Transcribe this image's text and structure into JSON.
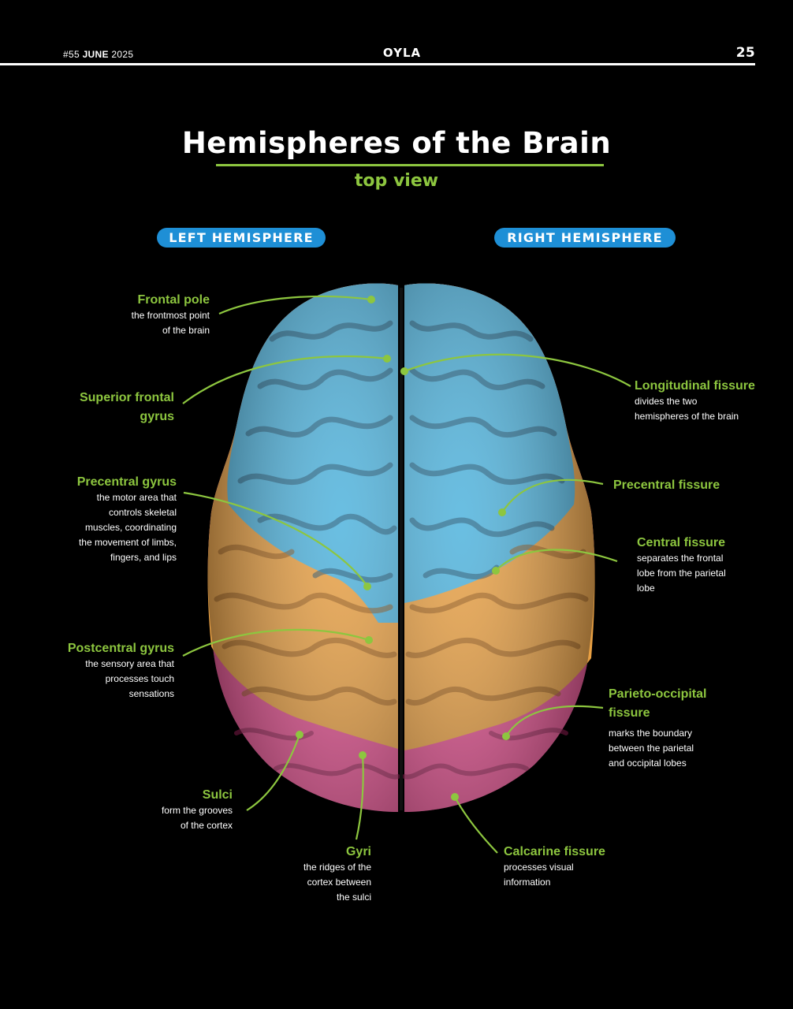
{
  "header": {
    "issue_number": "#55",
    "issue_month": "JUNE",
    "issue_year": "2025",
    "logo": "OYLA",
    "page_number": "25"
  },
  "title": "Hemispheres of the Brain",
  "subtitle": "top view",
  "hemispheres": {
    "left": "LEFT HEMISPHERE",
    "right": "RIGHT HEMISPHERE"
  },
  "colors": {
    "frontal": "#4fb3dd",
    "parietal": "#e9a043",
    "occipital": "#e2508f",
    "accent": "#8dc63f",
    "pill": "#1e8fd6",
    "background": "#000000"
  },
  "labels": {
    "frontal_pole": {
      "title": "Frontal pole",
      "desc": [
        "the frontmost point",
        "of the brain"
      ]
    },
    "superior_frontal_gyrus": {
      "title": [
        "Superior frontal",
        "gyrus"
      ]
    },
    "precentral_gyrus": {
      "title": "Precentral gyrus",
      "desc": [
        "the motor area that",
        "controls skeletal",
        "muscles, coordinating",
        "the movement of limbs,",
        "fingers, and lips"
      ]
    },
    "postcentral_gyrus": {
      "title": "Postcentral gyrus",
      "desc": [
        "the sensory area that",
        "processes touch",
        "sensations"
      ]
    },
    "sulci": {
      "title": "Sulci",
      "desc": [
        "form the grooves",
        "of the cortex"
      ]
    },
    "gyri": {
      "title": "Gyri",
      "desc": [
        "the ridges of the",
        "cortex between",
        "the sulci"
      ]
    },
    "longitudinal_fissure": {
      "title": "Longitudinal fissure",
      "desc": [
        "divides the two",
        "hemispheres of the brain"
      ]
    },
    "precentral_fissure": {
      "title": "Precentral fissure"
    },
    "central_fissure": {
      "title": "Central fissure",
      "desc": [
        "separates the frontal",
        "lobe from the parietal",
        "lobe"
      ]
    },
    "parieto_occipital_fissure": {
      "title": [
        "Parieto-occipital",
        "fissure"
      ],
      "desc": [
        "marks the boundary",
        "between the parietal",
        "and occipital lobes"
      ]
    },
    "calcarine_fissure": {
      "title": "Calcarine fissure",
      "desc": [
        "processes visual",
        "information"
      ]
    }
  }
}
